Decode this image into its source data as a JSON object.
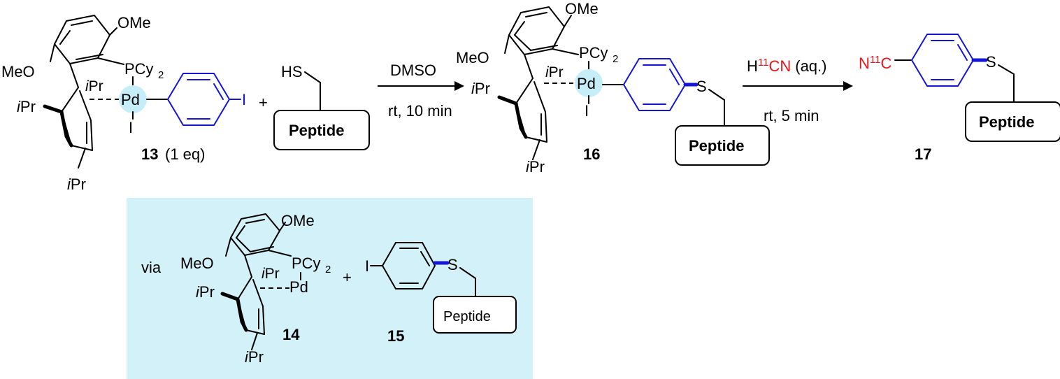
{
  "colors": {
    "highlight_panel": "#d2f1f8",
    "pd_halo": "#c5eef8",
    "aryl_blue": "#1515d8",
    "cyanide_red": "#e8141c"
  },
  "labels": {
    "ome": "OMe",
    "meo": "MeO",
    "pcy": "PCy",
    "pcy_sub": "2",
    "pd": "Pd",
    "i": "I",
    "ipr_i": "i",
    "ipr_pr": "Pr",
    "hs": "HS",
    "s": "S",
    "peptide": "Peptide",
    "plus": "+",
    "via": "via"
  },
  "compounds": {
    "c13": "13",
    "c13_eq": "(1 eq)",
    "c14": "14",
    "c15": "15",
    "c16": "16",
    "c17": "17"
  },
  "arrow1": {
    "above": "DMSO",
    "below": "rt, 10 min"
  },
  "arrow2": {
    "h": "H",
    "iso": "11",
    "cn": "CN",
    "aq": "(aq.)",
    "below": "rt, 5 min"
  },
  "product": {
    "n": "N",
    "iso": "11",
    "c": "C"
  }
}
